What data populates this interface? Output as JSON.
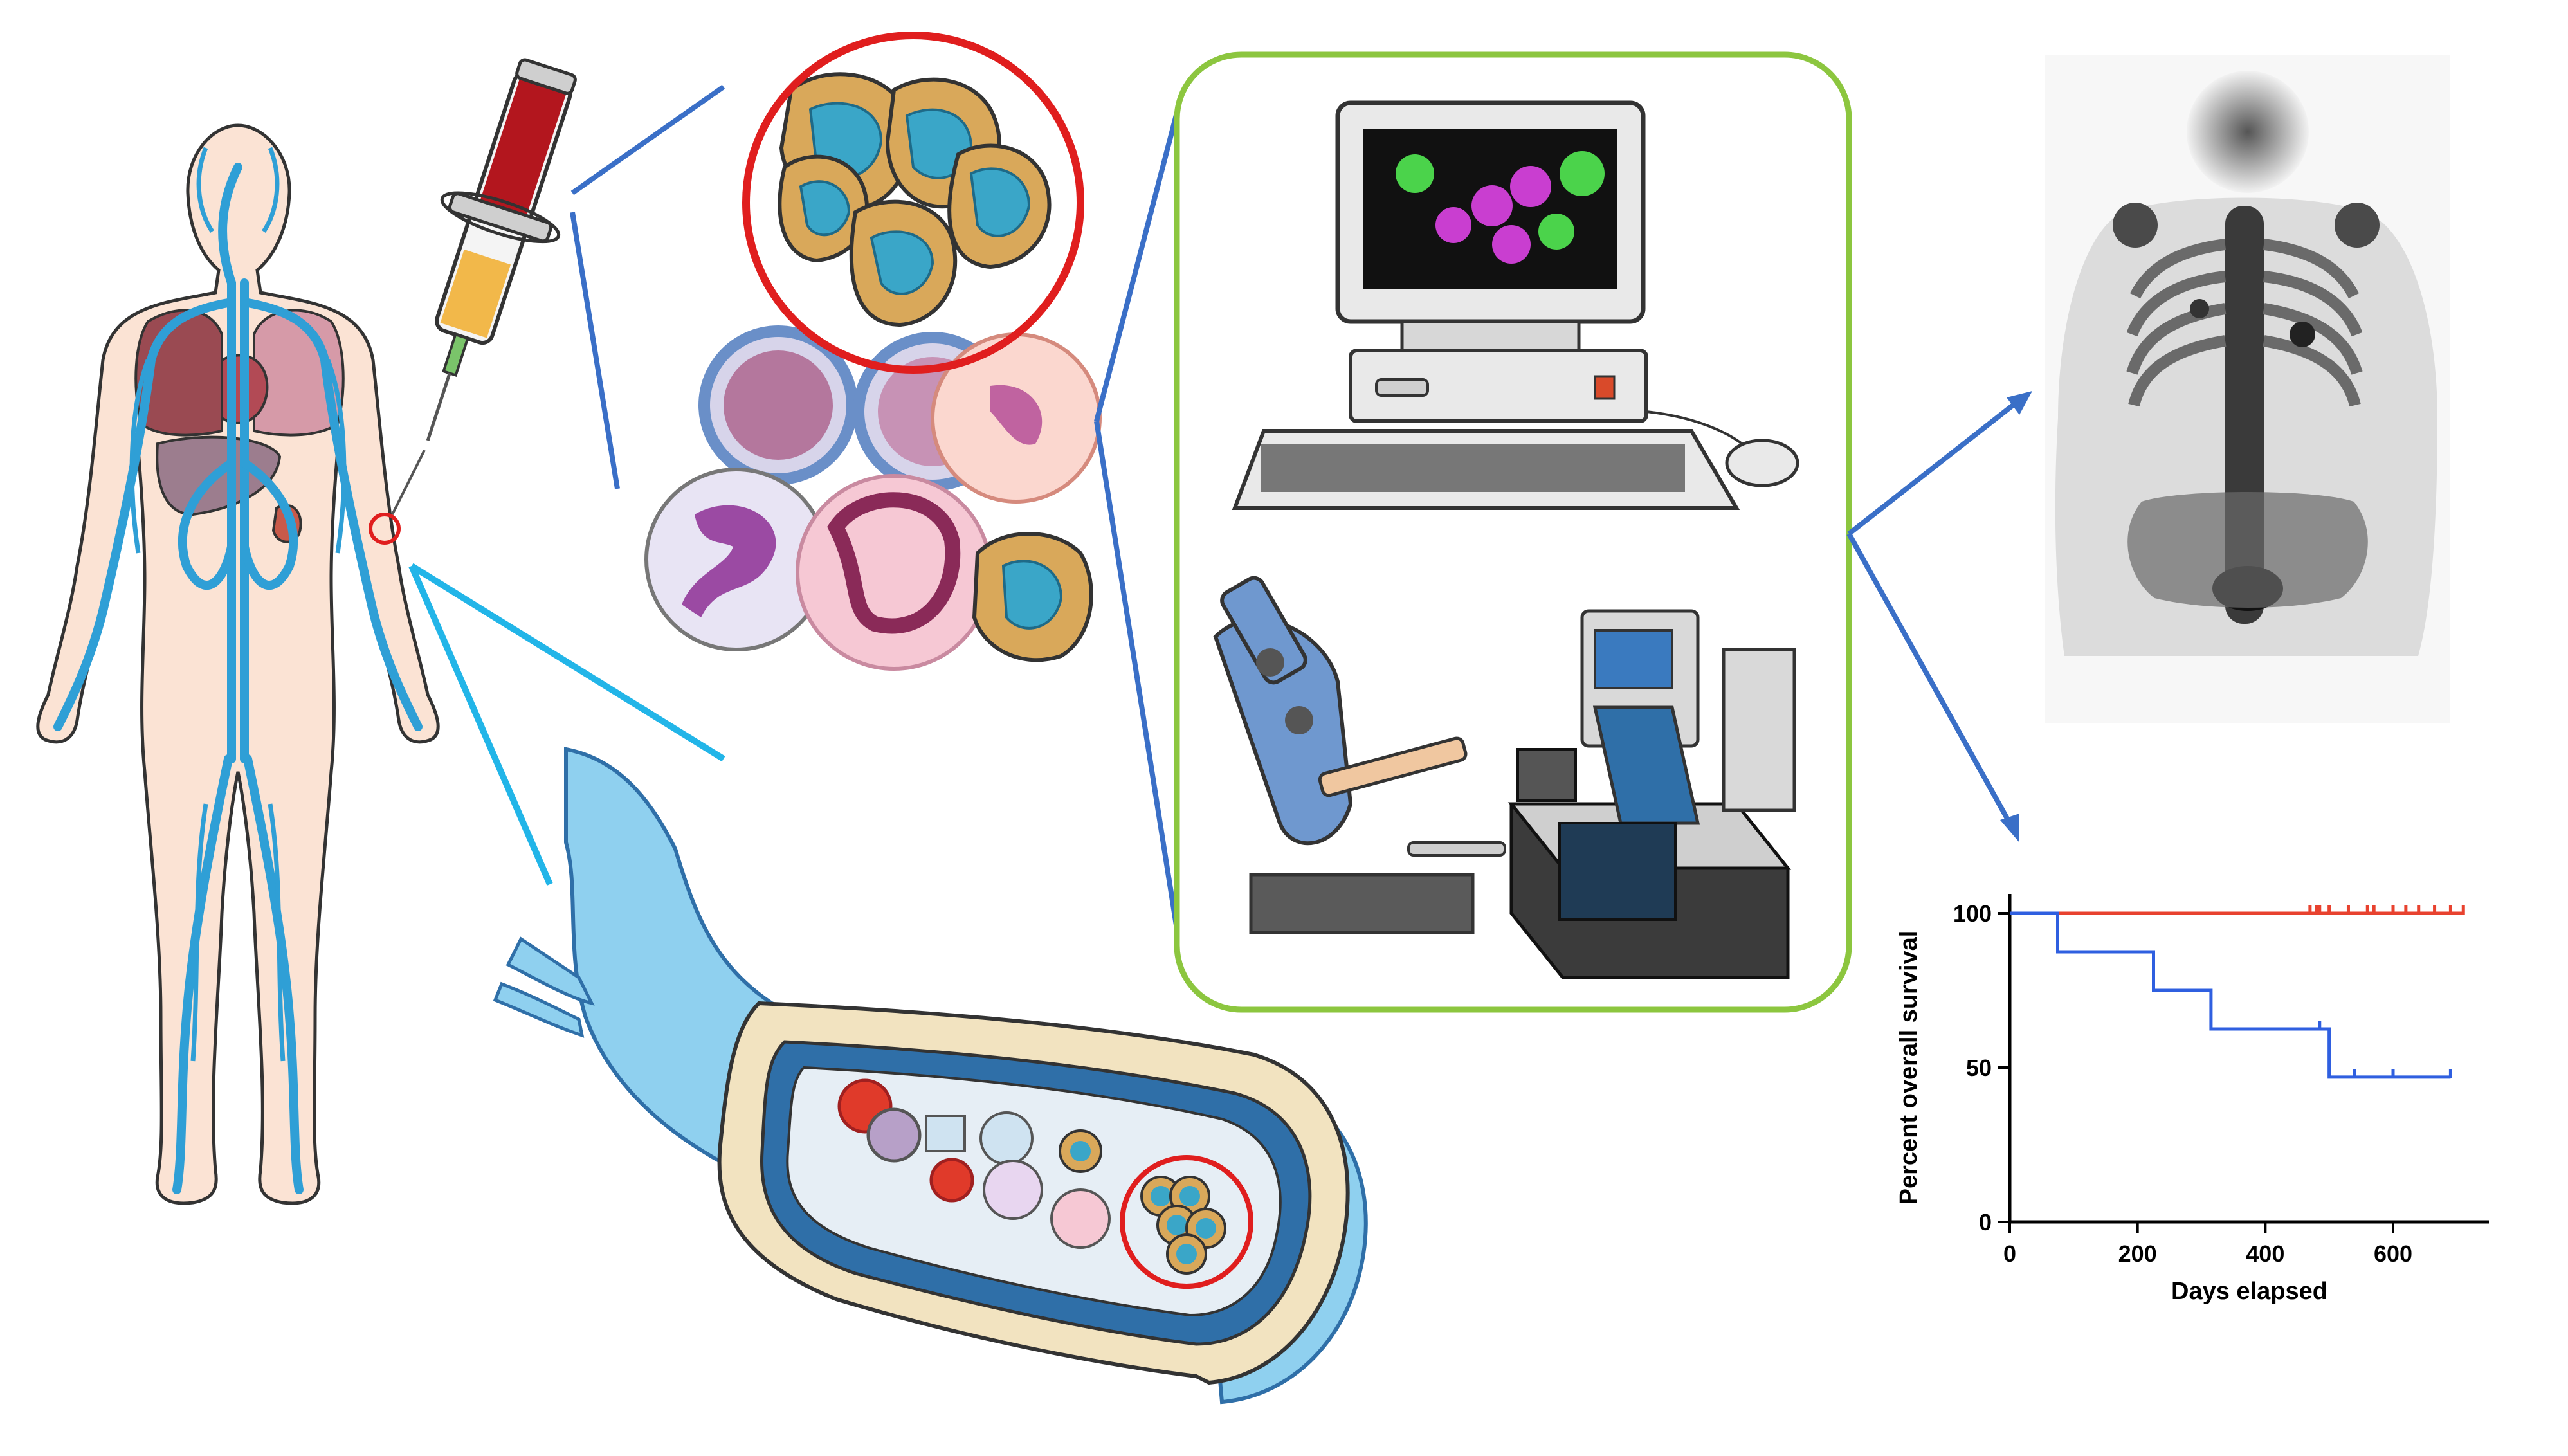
{
  "colors": {
    "vessel_blue": "#2f9fd6",
    "vessel_light": "#8fd0ef",
    "connector_blue": "#3a6fc7",
    "callout_cyan": "#22b5e8",
    "highlight_red": "#e01e1e",
    "panel_green": "#8cc63f",
    "ctc_tan": "#d9a85a",
    "ctc_nucleus": "#3aa6c8",
    "kaplan_red": "#e8422f",
    "kaplan_blue": "#2f5fe0"
  },
  "icons": {
    "body": "human-body-vasculature-icon",
    "syringe": "blood-draw-syringe-icon",
    "cells": "blood-cells-and-ctc-icon",
    "vessel": "vessel-cross-section-icon",
    "computer": "computer-analysis-icon",
    "microscope": "microscope-icon",
    "analyzer": "lab-analyzer-icon",
    "scan": "bone-scan-icon"
  },
  "chart_data": {
    "type": "line",
    "title": "",
    "xlabel": "Days elapsed",
    "ylabel": "Percent overall survival",
    "xlim": [
      0,
      750
    ],
    "ylim": [
      0,
      100
    ],
    "xticks": [
      0,
      200,
      400,
      600
    ],
    "yticks": [
      0,
      50,
      100
    ],
    "grid": false,
    "series": [
      {
        "color": "#e8422f",
        "step": true,
        "x": [
          0,
          710
        ],
        "y": [
          100,
          100
        ],
        "censored_x": [
          470,
          480,
          485,
          500,
          530,
          560,
          570,
          600,
          620,
          640,
          665,
          690,
          710
        ]
      },
      {
        "color": "#2f5fe0",
        "step": true,
        "x": [
          0,
          75,
          225,
          315,
          500,
          690
        ],
        "y": [
          100,
          87.5,
          75,
          62.5,
          46.9,
          46.9
        ],
        "censored_x": [
          485,
          540,
          600,
          690
        ]
      }
    ]
  }
}
